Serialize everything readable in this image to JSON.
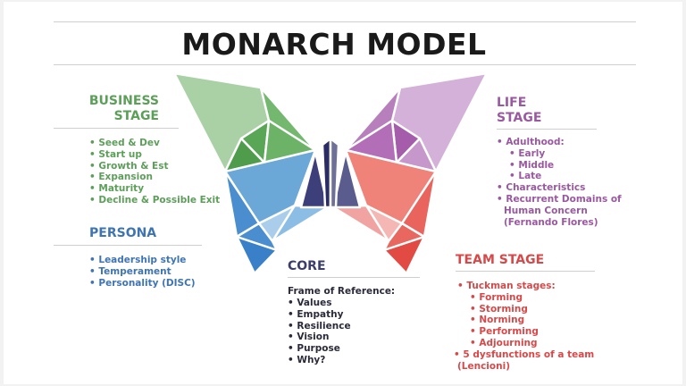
{
  "title": "MONARCH MODEL",
  "colors": {
    "business": "#5c9f58",
    "persona": "#3e74b2",
    "life": "#9a58a0",
    "team": "#d84848",
    "core": "#3b3d6b"
  },
  "business": {
    "heading_1": "BUSINESS",
    "heading_2": "STAGE",
    "items": [
      "Seed & Dev",
      "Start up",
      "Growth & Est",
      "Expansion",
      "Maturity",
      "Decline & Possible Exit"
    ]
  },
  "persona": {
    "heading": "PERSONA",
    "items": [
      "Leadership style",
      "Temperament",
      "Personality (DISC)"
    ]
  },
  "life": {
    "heading_1": "LIFE",
    "heading_2": "STAGE",
    "items": [
      "Adulthood:",
      "Early",
      "Middle",
      "Late",
      "Characteristics",
      "Recurrent Domains of",
      "Human Concern",
      "(Fernando Flores)"
    ]
  },
  "team": {
    "heading": "TEAM STAGE",
    "items": [
      "Tuckman stages:",
      "Forming",
      "Storming",
      "Norming",
      "Performing",
      "Adjourning",
      "5 dysfunctions of a team",
      "(Lencioni)"
    ]
  },
  "core": {
    "heading": "CORE",
    "intro": "Frame of Reference:",
    "items": [
      "Values",
      "Empathy",
      "Resilience",
      "Vision",
      "Purpose",
      "Why?"
    ]
  }
}
